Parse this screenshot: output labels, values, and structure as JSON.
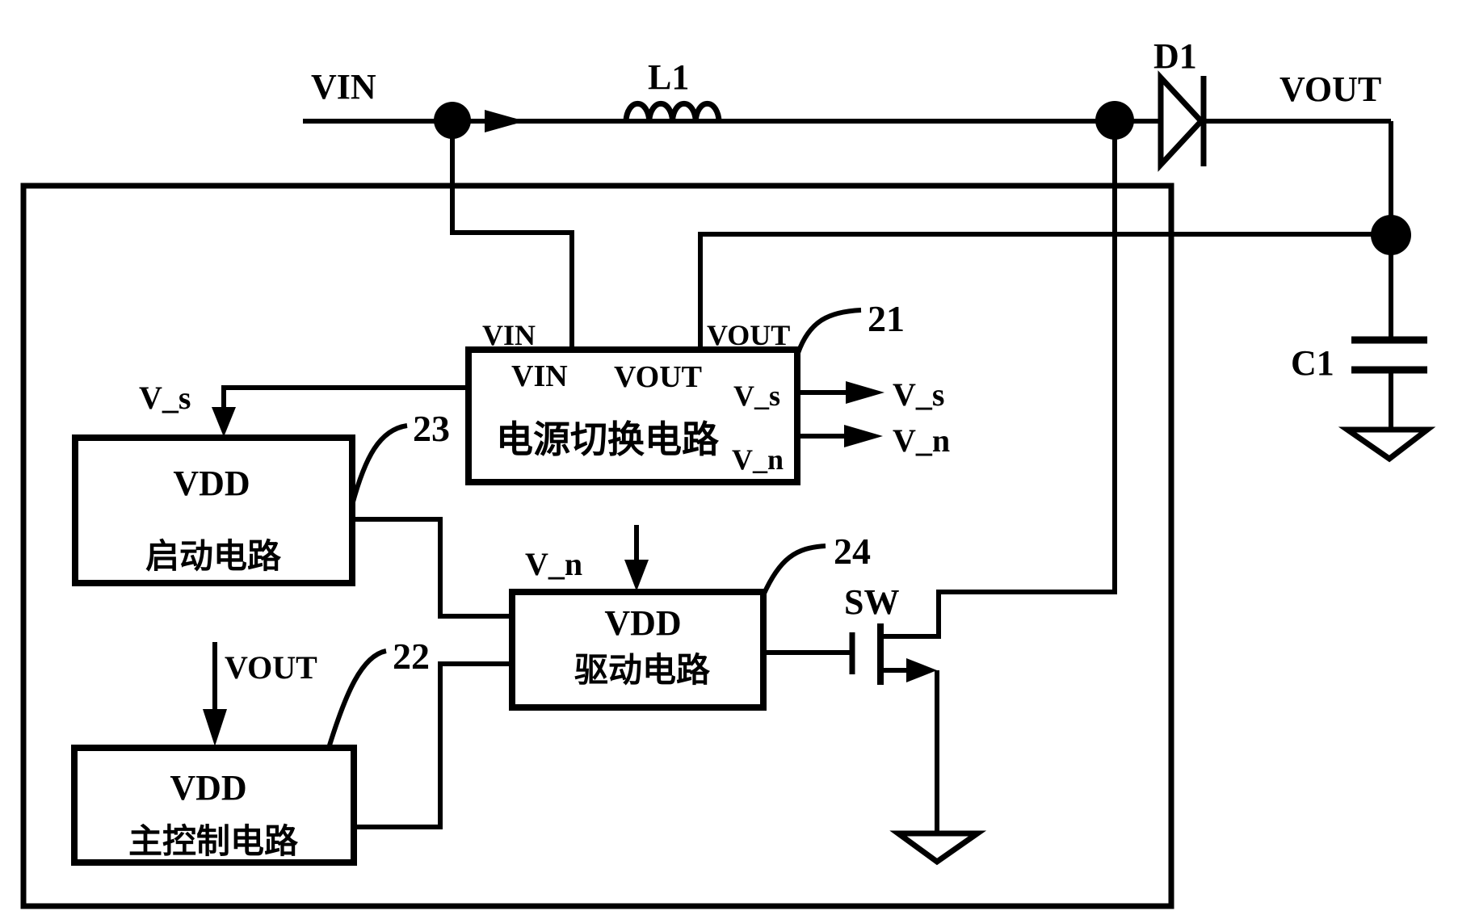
{
  "labels": {
    "vin_top": "VIN",
    "l1": "L1",
    "d1": "D1",
    "vout_top": "VOUT",
    "c1": "C1",
    "sw": "SW",
    "vs_feed": "V_s",
    "vs_out": "V_s",
    "vn_out": "V_n",
    "vn_drive": "V_n",
    "vout_feed": "VOUT"
  },
  "refs": {
    "r21": "21",
    "r22": "22",
    "r23": "23",
    "r24": "24"
  },
  "blocks": {
    "b21": {
      "pin_vin": "VIN",
      "pin_vout": "VOUT",
      "inner_vin": "VIN",
      "inner_vout": "VOUT",
      "title": "电源切换电路",
      "port_vs": "V_s",
      "port_vn": "V_n"
    },
    "b23": {
      "vdd": "VDD",
      "title": "启动电路"
    },
    "b22": {
      "vdd": "VDD",
      "title": "主控制电路"
    },
    "b24": {
      "vdd": "VDD",
      "title": "驱动电路"
    }
  },
  "colors": {
    "ink": "#000000",
    "paper": "#ffffff"
  }
}
